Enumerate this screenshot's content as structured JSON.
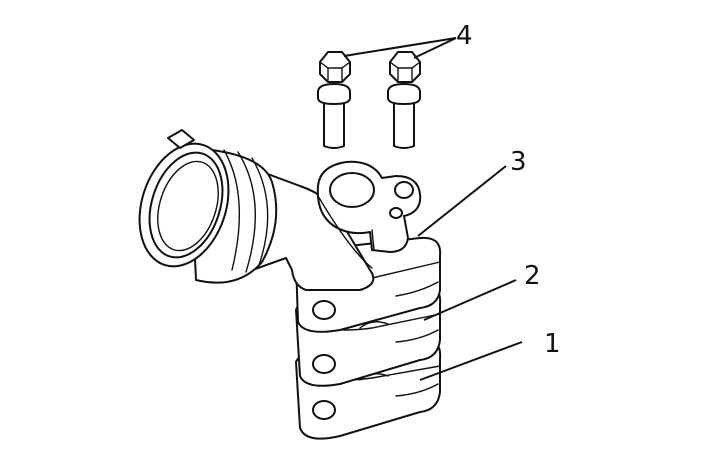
{
  "callouts": {
    "one": "1",
    "two": "2",
    "three": "3",
    "four": "4"
  }
}
